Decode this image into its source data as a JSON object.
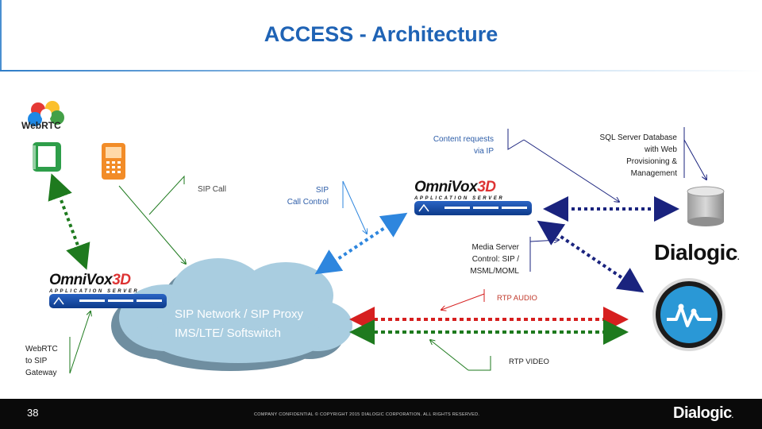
{
  "slide": {
    "title": "ACCESS - Architecture",
    "page_number": "38",
    "copyright": "COMPANY CONFIDENTIAL  © COPYRIGHT 2015 DIALOGIC CORPORATION.   ALL RIGHTS RESERVED.",
    "footer_logo": "Dialogic",
    "footer_logo_mark": "."
  },
  "nodes": {
    "webrtc_logo": "WebRTC",
    "omnivox_left": {
      "brand": "OmniVox",
      "brand_3d": "3D",
      "subtitle": "APPLICATION SERVER"
    },
    "omnivox_right": {
      "brand": "OmniVox",
      "brand_3d": "3D",
      "subtitle": "APPLICATION SERVER"
    },
    "cloud_line1": "SIP Network / SIP Proxy",
    "cloud_line2": "IMS/LTE/ Softswitch",
    "dialogic_logo": "Dialogic",
    "dialogic_logo_mark": "."
  },
  "labels": {
    "sip_call": "SIP Call",
    "sip_call_control": [
      "SIP",
      "Call Control"
    ],
    "content_requests": [
      "Content requests",
      "via IP"
    ],
    "sql_server": [
      "SQL Server Database",
      "with Web",
      "Provisioning &",
      "Management"
    ],
    "media_server": [
      "Media Server",
      "Control: SIP /",
      "MSML/MOML"
    ],
    "rtp_audio": "RTP AUDIO",
    "rtp_video": "RTP VIDEO",
    "webrtc_gateway": [
      "WebRTC",
      "to SIP",
      "Gateway"
    ]
  },
  "colors": {
    "title": "#1f63b5",
    "green_link": "#1e7a1e",
    "blue_link": "#2e86de",
    "navy_link": "#1a237e",
    "red_link": "#d61f1f",
    "cloud": "#a9cde0"
  },
  "icons": [
    "webrtc-icon",
    "green-phone-icon",
    "orange-phone-icon",
    "database-icon",
    "dialogic-media-icon"
  ]
}
